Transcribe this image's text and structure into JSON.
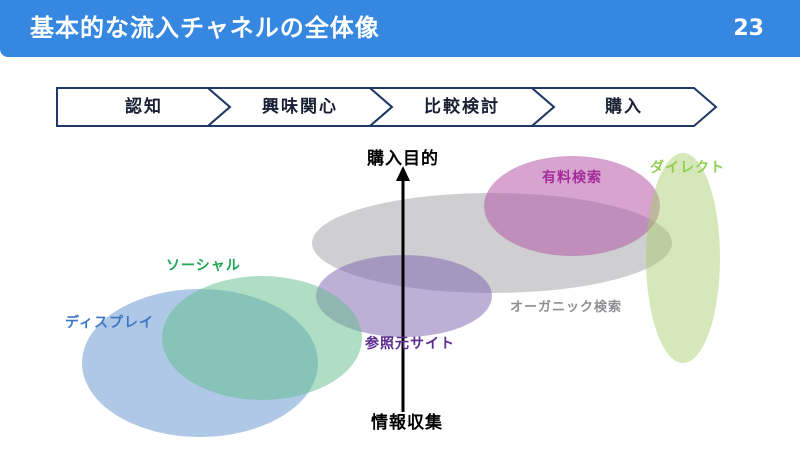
{
  "header": {
    "title": "基本的な流入チャネルの全体像",
    "page_number": "23"
  },
  "funnel": {
    "stages": [
      {
        "label": "認知"
      },
      {
        "label": "興味関心"
      },
      {
        "label": "比較検討"
      },
      {
        "label": "購入"
      }
    ]
  },
  "axis": {
    "top_label": "購入目的",
    "bottom_label": "情報収集"
  },
  "channels": [
    {
      "id": "display",
      "label": "ディスプレイ",
      "label_color": "#3b76c9",
      "fill": "rgba(110,155,210,0.55)"
    },
    {
      "id": "social",
      "label": "ソーシャル",
      "label_color": "#1fa355",
      "fill": "rgba(95,190,140,0.5)"
    },
    {
      "id": "referral",
      "label": "参照元サイト",
      "label_color": "#5b2d8e",
      "fill": "rgba(125,95,175,0.5)"
    },
    {
      "id": "organic_search",
      "label": "オーガニック検索",
      "label_color": "#8f8f93",
      "fill": "rgba(160,160,165,0.5)"
    },
    {
      "id": "paid_search",
      "label": "有料検索",
      "label_color": "#a62c9c",
      "fill": "rgba(180,90,165,0.55)"
    },
    {
      "id": "direct",
      "label": "ダイレクト",
      "label_color": "#8fce4e",
      "fill": "rgba(165,205,100,0.45)"
    }
  ],
  "palette": {
    "header_bg": "#3587e0",
    "header_text": "#ffffff",
    "chevron_border": "#1f3864",
    "chevron_fill": "#ffffff",
    "chevron_text": "#1a2033",
    "arrow": "#000000",
    "background": "#ffffff"
  }
}
